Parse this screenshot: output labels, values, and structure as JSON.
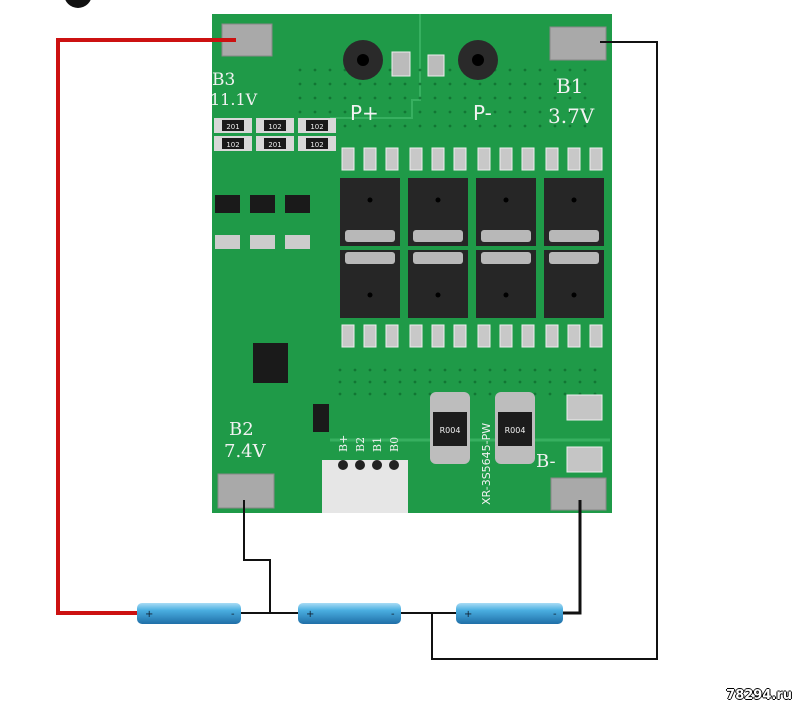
{
  "board": {
    "pads": {
      "b3": "B3",
      "b3_voltage": "11.1V",
      "b1": "B1",
      "b1_voltage": "3.7V",
      "b2": "B2",
      "b2_voltage": "7.4V",
      "b_minus": "B-"
    },
    "outputs": {
      "p_plus": "P+",
      "p_minus": "P-"
    },
    "balance_pins": [
      "B+",
      "B2",
      "B1",
      "B0"
    ],
    "model": "XR-3S5645-PW",
    "shunt_marking": "R004",
    "resistor_markings": [
      "201",
      "102",
      "102",
      "102",
      "201",
      "102"
    ],
    "colors": {
      "pcb": "#1f9a48",
      "pad": "#a9a9a9",
      "red_wire": "#cc1111",
      "black_wire": "#111111",
      "battery": "#3fa0d6"
    }
  },
  "batteries": [
    {
      "plus": "+",
      "minus": "-"
    },
    {
      "plus": "+",
      "minus": "-"
    },
    {
      "plus": "+",
      "minus": "-"
    }
  ],
  "watermark": "78294.ru"
}
